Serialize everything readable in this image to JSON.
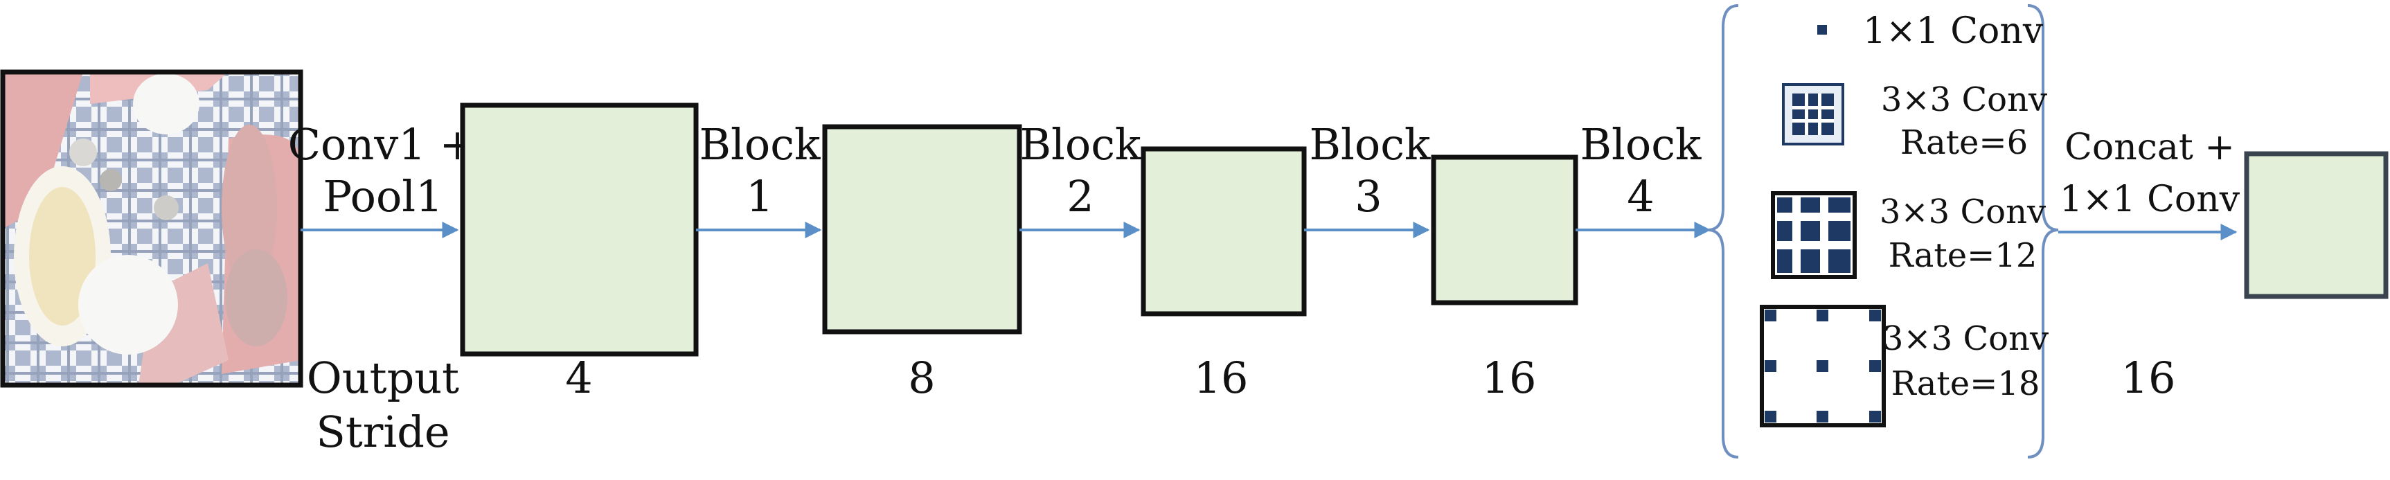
{
  "input": {
    "stage_label_lines": [
      "Conv1 +",
      "Pool1"
    ],
    "axis_label_lines": [
      "Output",
      "Stride"
    ]
  },
  "blocks": [
    {
      "label_lines": [
        "Block",
        "1"
      ],
      "stride": "4"
    },
    {
      "label_lines": [
        "Block",
        "2"
      ],
      "stride": "8"
    },
    {
      "label_lines": [
        "Block",
        "3"
      ],
      "stride": "16"
    },
    {
      "label_lines": [
        "Block",
        "4"
      ],
      "stride": "16"
    }
  ],
  "aspp": {
    "branches": [
      {
        "label_lines": [
          "1×1 Conv"
        ]
      },
      {
        "label_lines": [
          "3×3 Conv",
          "Rate=6"
        ]
      },
      {
        "label_lines": [
          "3×3 Conv",
          "Rate=12"
        ]
      },
      {
        "label_lines": [
          "3×3 Conv",
          "Rate=18"
        ]
      }
    ],
    "merge_label_lines": [
      "Concat +",
      "1×1 Conv"
    ],
    "stride": "16"
  },
  "colors": {
    "feature_fill": "#e3efd9",
    "arrow": "#5b8fc7",
    "brace": "#6f8fc0",
    "kernel_dot": "#1e3a64"
  }
}
